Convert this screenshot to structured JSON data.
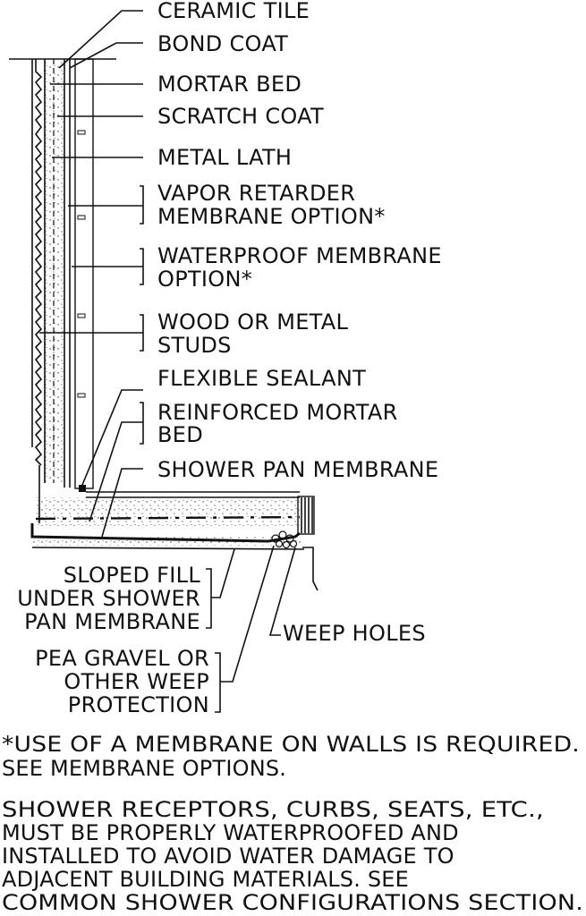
{
  "labels": {
    "ceramic_tile": "CERAMIC TILE",
    "bond_coat": "BOND COAT",
    "mortar_bed": "MORTAR BED",
    "scratch_coat": "SCRATCH COAT",
    "metal_lath": "METAL LATH",
    "vapor_retarder_1": "VAPOR RETARDER",
    "vapor_retarder_2": "MEMBRANE OPTION*",
    "waterproof_1": "WATERPROOF MEMBRANE",
    "waterproof_2": "OPTION*",
    "studs_1": "WOOD OR METAL",
    "studs_2": "STUDS",
    "flexible_sealant": "FLEXIBLE SEALANT",
    "reinforced_1": "REINFORCED MORTAR",
    "reinforced_2": "BED",
    "shower_pan": "SHOWER PAN MEMBRANE",
    "sloped_1": "SLOPED FILL",
    "sloped_2": "UNDER SHOWER",
    "sloped_3": "PAN MEMBRANE",
    "weep_holes": "WEEP HOLES",
    "pea_1": "PEA GRAVEL OR",
    "pea_2": "OTHER WEEP",
    "pea_3": "PROTECTION"
  },
  "notes": {
    "n1_line1": "*USE OF A MEMBRANE ON WALLS IS REQUIRED.",
    "n1_line2": "SEE MEMBRANE OPTIONS.",
    "n2_line1": "SHOWER RECEPTORS, CURBS, SEATS, ETC.,",
    "n2_line2": "MUST BE PROPERLY WATERPROOFED AND",
    "n2_line3": "INSTALLED TO AVOID WATER DAMAGE TO",
    "n2_line4": "ADJACENT BUILDING MATERIALS. SEE",
    "n2_line5": "COMMON SHOWER CONFIGURATIONS SECTION."
  }
}
